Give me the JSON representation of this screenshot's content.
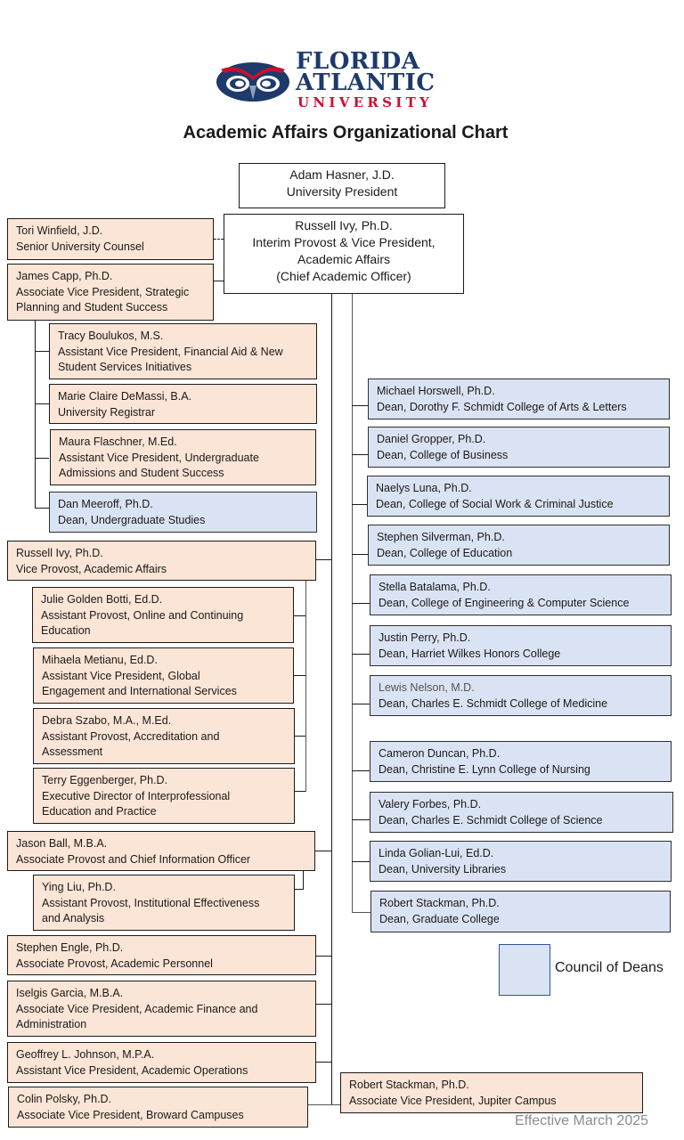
{
  "header": {
    "logo": {
      "icon": "owl-icon",
      "line1": "FLORIDA",
      "line2": "ATLANTIC",
      "line3": "UNIVERSITY",
      "colors": {
        "navy": "#1e3a6b",
        "red": "#c8102e"
      }
    },
    "title": "Academic Affairs Organizational Chart"
  },
  "colors": {
    "staff_fill": "#fbe5d6",
    "dean_fill": "#dae3f3",
    "legend_border": "#2f5597"
  },
  "president": {
    "name": "Adam Hasner, J.D.",
    "title": "University President"
  },
  "provost": {
    "name": "Russell Ivy, Ph.D.",
    "title_lines": [
      "Interim Provost & Vice President,",
      "Academic Affairs",
      "(Chief Academic Officer)"
    ]
  },
  "counsel": {
    "name": "Tori Winfield, J.D.",
    "title": "Senior University Counsel"
  },
  "left_units": [
    {
      "name": "James Capp, Ph.D.",
      "title_lines": [
        "Associate Vice President, Strategic",
        "Planning and Student Success"
      ],
      "reports": [
        {
          "name": "Tracy Boulukos, M.S.",
          "title_lines": [
            "Assistant Vice President, Financial Aid & New",
            "Student Services Initiatives"
          ]
        },
        {
          "name": "Marie Claire DeMassi, B.A.",
          "title_lines": [
            "University Registrar"
          ]
        },
        {
          "name": "Maura Flaschner, M.Ed.",
          "title_lines": [
            "Assistant Vice President, Undergraduate",
            "Admissions and Student Success"
          ]
        },
        {
          "name": "Dan Meeroff, Ph.D.",
          "title_lines": [
            "Dean, Undergraduate Studies"
          ],
          "council_of_deans": true
        }
      ]
    },
    {
      "name": "Russell Ivy, Ph.D.",
      "title_lines": [
        "Vice Provost, Academic Affairs"
      ],
      "reports": [
        {
          "name": "Julie Golden Botti, Ed.D.",
          "title_lines": [
            "Assistant Provost, Online and Continuing",
            "Education"
          ]
        },
        {
          "name": "Mihaela Metianu, Ed.D.",
          "title_lines": [
            "Assistant Vice President, Global",
            "Engagement and International Services"
          ]
        },
        {
          "name": "Debra Szabo, M.A., M.Ed.",
          "title_lines": [
            "Assistant Provost, Accreditation and",
            "Assessment"
          ]
        },
        {
          "name": "Terry Eggenberger, Ph.D.",
          "title_lines": [
            "Executive Director of Interprofessional",
            "Education and Practice"
          ]
        }
      ]
    },
    {
      "name": "Jason Ball, M.B.A.",
      "title_lines": [
        "Associate Provost and Chief Information Officer"
      ],
      "reports": [
        {
          "name": "Ying Liu, Ph.D.",
          "title_lines": [
            "Assistant Provost, Institutional Effectiveness",
            "and Analysis"
          ]
        }
      ]
    },
    {
      "name": "Stephen Engle, Ph.D.",
      "title_lines": [
        "Associate Provost, Academic Personnel"
      ]
    },
    {
      "name": "Iselgis Garcia, M.B.A.",
      "title_lines": [
        "Associate Vice President, Academic Finance and",
        "Administration"
      ]
    },
    {
      "name": "Geoffrey L. Johnson, M.P.A.",
      "title_lines": [
        "Assistant Vice President, Academic Operations"
      ]
    },
    {
      "name": "Colin Polsky, Ph.D.",
      "title_lines": [
        "Associate Vice President, Broward Campuses"
      ]
    }
  ],
  "jupiter": {
    "name": "Robert Stackman, Ph.D.",
    "title": "Associate Vice President, Jupiter Campus"
  },
  "deans": [
    {
      "name": "Michael Horswell, Ph.D.",
      "title": "Dean, Dorothy F. Schmidt College of Arts & Letters"
    },
    {
      "name": "Daniel Gropper, Ph.D.",
      "title": "Dean, College of Business"
    },
    {
      "name": "Naelys Luna, Ph.D.",
      "title": "Dean, College of Social Work & Criminal Justice"
    },
    {
      "name": "Stephen Silverman, Ph.D.",
      "title": "Dean, College of Education"
    },
    {
      "name": "Stella Batalama, Ph.D.",
      "title": "Dean, College of Engineering & Computer Science"
    },
    {
      "name": "Justin Perry, Ph.D.",
      "title": "Dean, Harriet Wilkes Honors College"
    },
    {
      "name": "Lewis Nelson, M.D.",
      "title": "Dean, Charles E. Schmidt College of Medicine"
    },
    {
      "name": "Cameron Duncan, Ph.D.",
      "title": "Dean, Christine E. Lynn College of Nursing"
    },
    {
      "name": "Valery Forbes, Ph.D.",
      "title": "Dean, Charles E. Schmidt College of Science"
    },
    {
      "name": "Linda Golian-Lui, Ed.D.",
      "title": "Dean, University Libraries"
    },
    {
      "name": "Robert Stackman, Ph.D.",
      "title": "Dean, Graduate College"
    }
  ],
  "legend": {
    "label": "Council of Deans"
  },
  "footer": {
    "effective": "Effective March 2025"
  }
}
